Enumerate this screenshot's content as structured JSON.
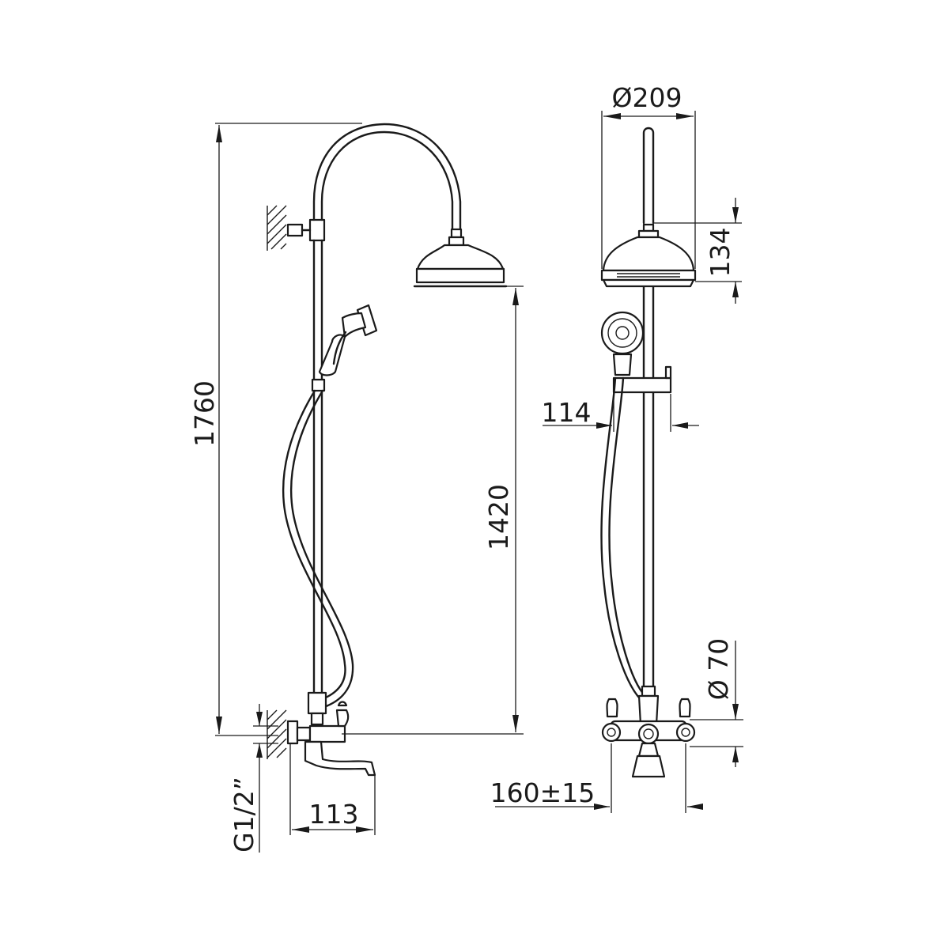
{
  "dimensions": {
    "total_height": "1760",
    "head_height": "1420",
    "spout_projection": "113",
    "inlet_thread": "G1/2”",
    "head_diameter": "Ø209",
    "head_depth": "134",
    "slider_width": "114",
    "mixer_body": "Ø 70",
    "inlet_centers": "160±15"
  }
}
